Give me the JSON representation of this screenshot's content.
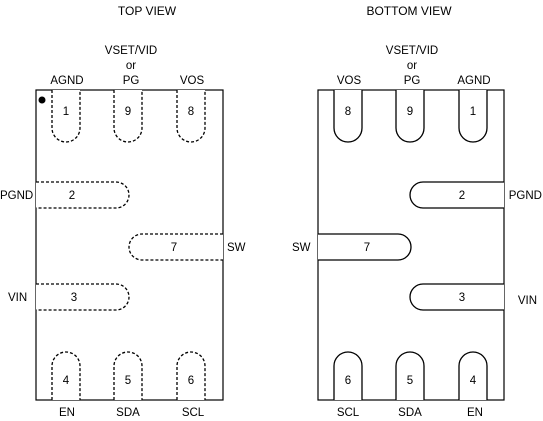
{
  "top_view": {
    "title": "TOP VIEW",
    "labels": {
      "agnd": "AGND",
      "vset_line1": "VSET/VID",
      "vset_line2": "or",
      "vset_line3": "PG",
      "vos": "VOS",
      "pgnd": "PGND",
      "sw": "SW",
      "vin": "VIN",
      "en": "EN",
      "sda": "SDA",
      "scl": "SCL"
    },
    "pins": [
      "1",
      "9",
      "8",
      "2",
      "7",
      "3",
      "4",
      "5",
      "6"
    ]
  },
  "bottom_view": {
    "title": "BOTTOM VIEW",
    "labels": {
      "vos": "VOS",
      "vset_line1": "VSET/VID",
      "vset_line2": "or",
      "vset_line3": "PG",
      "agnd": "AGND",
      "pgnd": "PGND",
      "sw": "SW",
      "vin": "VIN",
      "scl": "SCL",
      "sda": "SDA",
      "en": "EN"
    },
    "pins": [
      "8",
      "9",
      "1",
      "2",
      "7",
      "3",
      "6",
      "5",
      "4"
    ]
  }
}
